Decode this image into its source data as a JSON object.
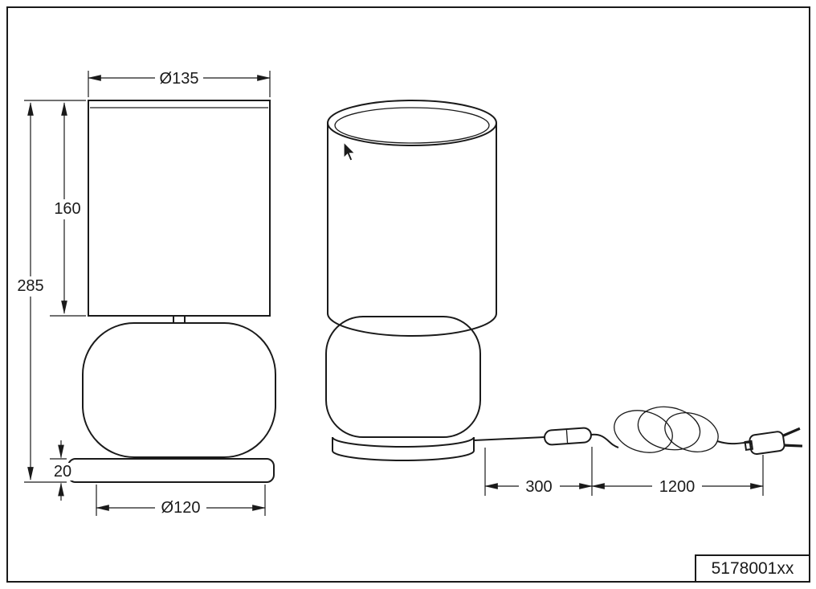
{
  "drawing": {
    "part_number": "5178001xx",
    "line_color": "#1a1a1a",
    "background_color": "#ffffff",
    "front_view": {
      "shade_diameter_label": "Ø135",
      "shade_height_label": "160",
      "total_height_label": "285",
      "base_height_label": "20",
      "base_diameter_label": "Ø120"
    },
    "perspective_view": {
      "cord_lamp_to_switch_label": "300",
      "cord_switch_to_plug_label": "1200"
    }
  }
}
